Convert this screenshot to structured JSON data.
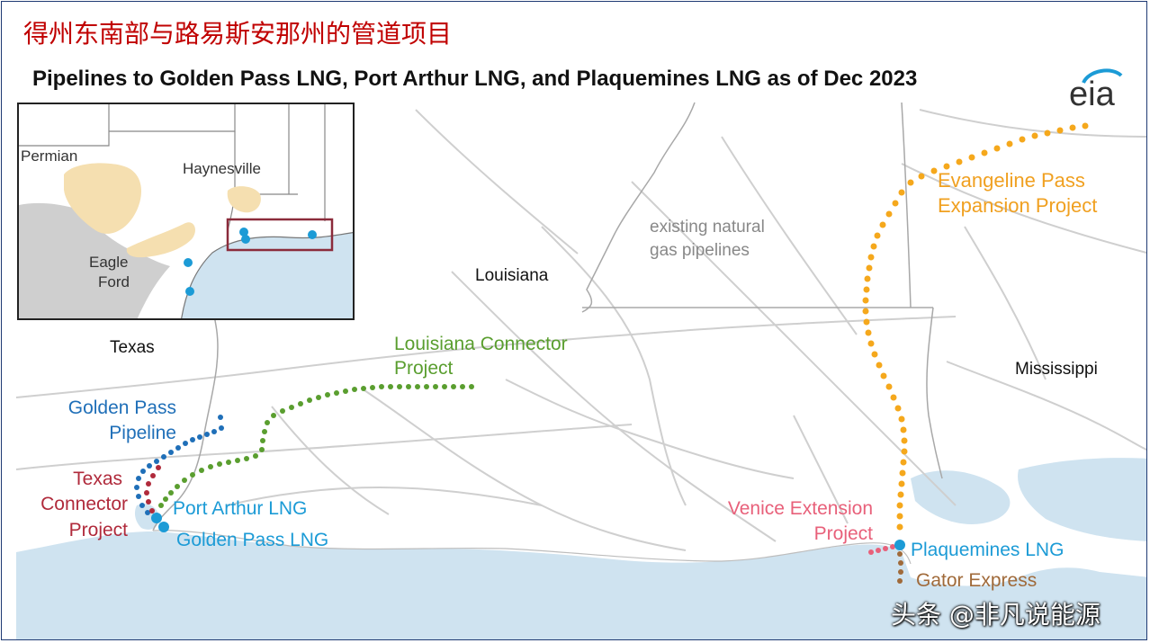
{
  "header": {
    "cn_title": "得州东南部与路易斯安那州的管道项目",
    "map_title": "Pipelines to Golden Pass LNG, Port Arthur LNG, and Plaquemines LNG as of Dec 2023",
    "logo_text": "eia"
  },
  "inset": {
    "permian": "Permian",
    "haynesville": "Haynesville",
    "eagle": "Eagle",
    "ford": "Ford"
  },
  "states": {
    "louisiana": "Louisiana",
    "texas": "Texas",
    "mississippi": "Mississippi"
  },
  "annotations": {
    "existing_1": "existing natural",
    "existing_2": "gas pipelines"
  },
  "projects": {
    "golden_pass_pipeline_1": "Golden Pass",
    "golden_pass_pipeline_2": "Pipeline",
    "texas_connector_1": "Texas",
    "texas_connector_2": "Connector",
    "texas_connector_3": "Project",
    "port_arthur_lng": "Port Arthur LNG",
    "golden_pass_lng": "Golden Pass LNG",
    "louisiana_connector_1": "Louisiana Connector",
    "louisiana_connector_2": "Project",
    "evangeline_1": "Evangeline Pass",
    "evangeline_2": "Expansion Project",
    "venice_1": "Venice Extension",
    "venice_2": "Project",
    "plaquemines_lng": "Plaquemines LNG",
    "gator_express": "Gator Express"
  },
  "watermark": "头条 @非凡说能源",
  "colors": {
    "water": "#cfe3f0",
    "pipeline_gray": "#cfcfcf",
    "golden_pass_blue": "#1f6fb8",
    "lng_cyan": "#1c9bd6",
    "texas_connector_red": "#b02a3b",
    "louisiana_connector_green": "#5a9e2f",
    "evangeline_orange": "#f5a81c",
    "venice_pink": "#e8607a",
    "gator_brown": "#a06a3a",
    "shale_tan": "#f5dfb0",
    "inset_box": "#8b2b3b"
  }
}
